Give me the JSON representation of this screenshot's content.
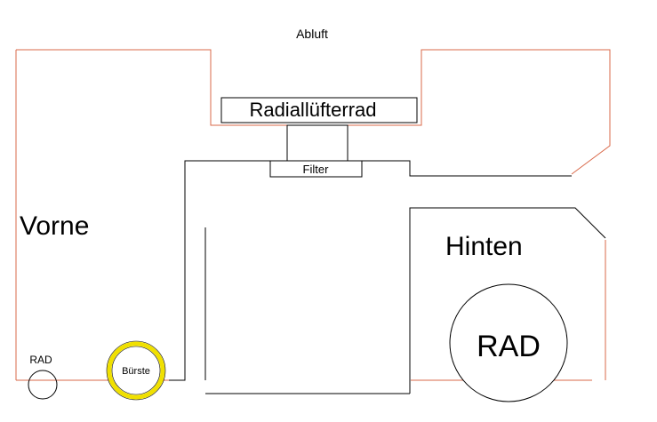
{
  "labels": {
    "exhaust": "Abluft",
    "impeller": "Radiallüfterrad",
    "filter": "Filter",
    "front": "Vorne",
    "rear": "Hinten",
    "small_wheel": "RAD",
    "brush": "Bürste",
    "big_wheel": "RAD"
  },
  "colors": {
    "housing_outline": "#d9694a",
    "inner_lines": "#000000",
    "brush_ring": "#f0e000",
    "background": "#ffffff"
  }
}
